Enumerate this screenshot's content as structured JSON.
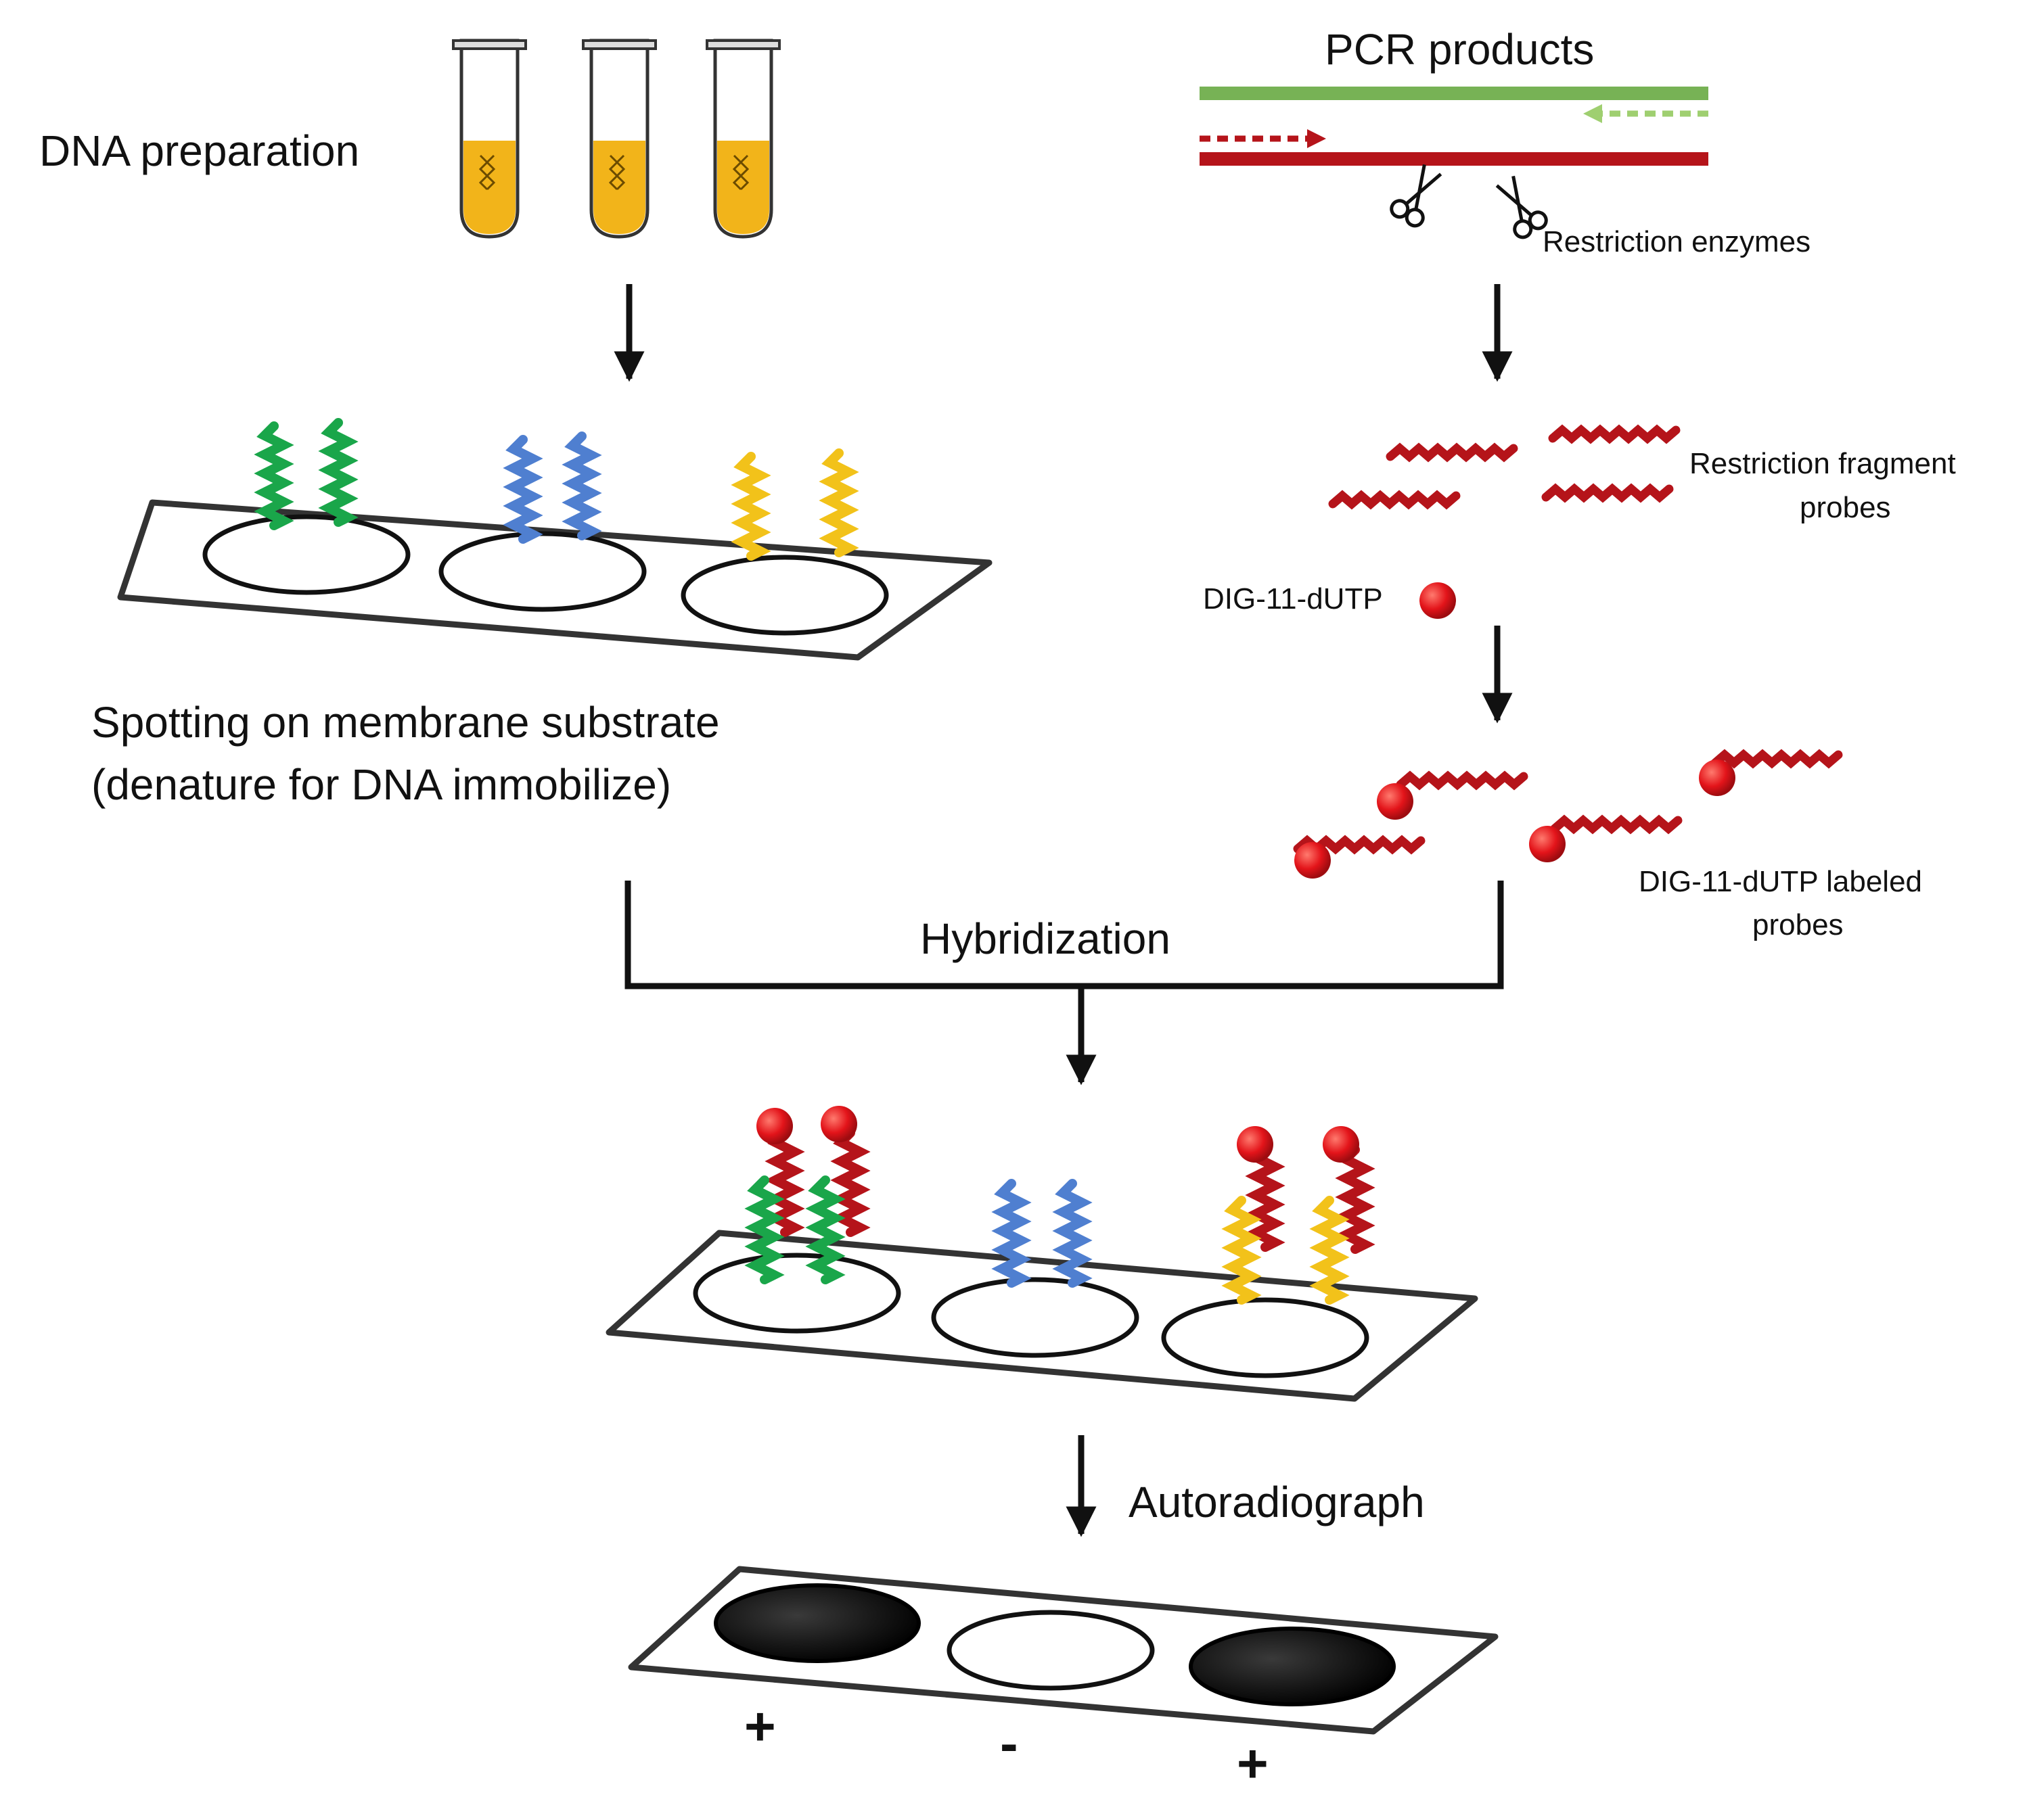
{
  "labels": {
    "dna_preparation": "DNA preparation",
    "pcr_products": "PCR products",
    "restriction_enzymes": "Restriction enzymes",
    "restriction_fragment_probes_line1": "Restriction fragment",
    "restriction_fragment_probes_line2": "probes",
    "dig_reagent": "DIG-11-dUTP",
    "spotting_line1": "Spotting on membrane substrate",
    "spotting_line2": "(denature for DNA immobilize)",
    "labeled_probes_line1": "DIG-11-dUTP labeled",
    "labeled_probes_line2": "probes",
    "hybridization": "Hybridization",
    "autoradiograph": "Autoradiograph"
  },
  "results": {
    "spot1": "+",
    "spot2": "-",
    "spot3": "+"
  },
  "colors": {
    "green_strand": "#1aa64a",
    "blue_strand": "#4f7fd0",
    "yellow_strand": "#f2c21a",
    "red_strand": "#b5141a",
    "pcr_green": "#77b255",
    "dig_bead": "#e3141a",
    "tube_fill": "#f2b41a",
    "line": "#111111"
  }
}
